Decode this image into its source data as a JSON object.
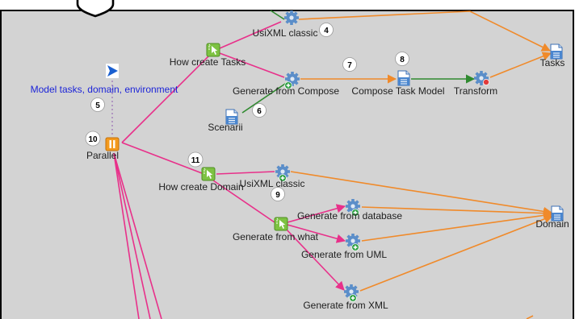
{
  "nodes": {
    "usixml_classic_1": "UsiXML classic",
    "how_create_tasks": "How create Tasks",
    "tasks": "Tasks",
    "model_tasks": "Model tasks, domain, environment",
    "generate_from_compose": "Generate from Compose",
    "compose_task_model": "Compose Task Model",
    "transform": "Transform",
    "scenarii": "Scenarii",
    "parallel": "Parallel",
    "how_create_domain": "How create Domain",
    "usixml_classic_2": "UsiXML classic",
    "generate_from_database": "Generate from database",
    "domain": "Domain",
    "generate_from_what": "Generate from what",
    "generate_from_uml": "Generate from UML",
    "generate_from_xml": "Generate from XML"
  },
  "badges": {
    "b4": "4",
    "b5": "5",
    "b6": "6",
    "b7": "7",
    "b8": "8",
    "b9": "9",
    "b10": "10",
    "b11": "11"
  },
  "colors": {
    "canvas": "#d3d3d3",
    "flow_edge": "#e8308a",
    "data_edge": "#f08a2a",
    "scenario_edge": "#2f8a2f",
    "model_label": "#1c24d8"
  },
  "icons": {
    "task_node": "green-cursor-square-icon",
    "tool_node": "blue-gear-icon",
    "document_node": "document-icon",
    "parallel_node": "parallel-bars-icon",
    "goal_node": "blue-flag-icon"
  }
}
